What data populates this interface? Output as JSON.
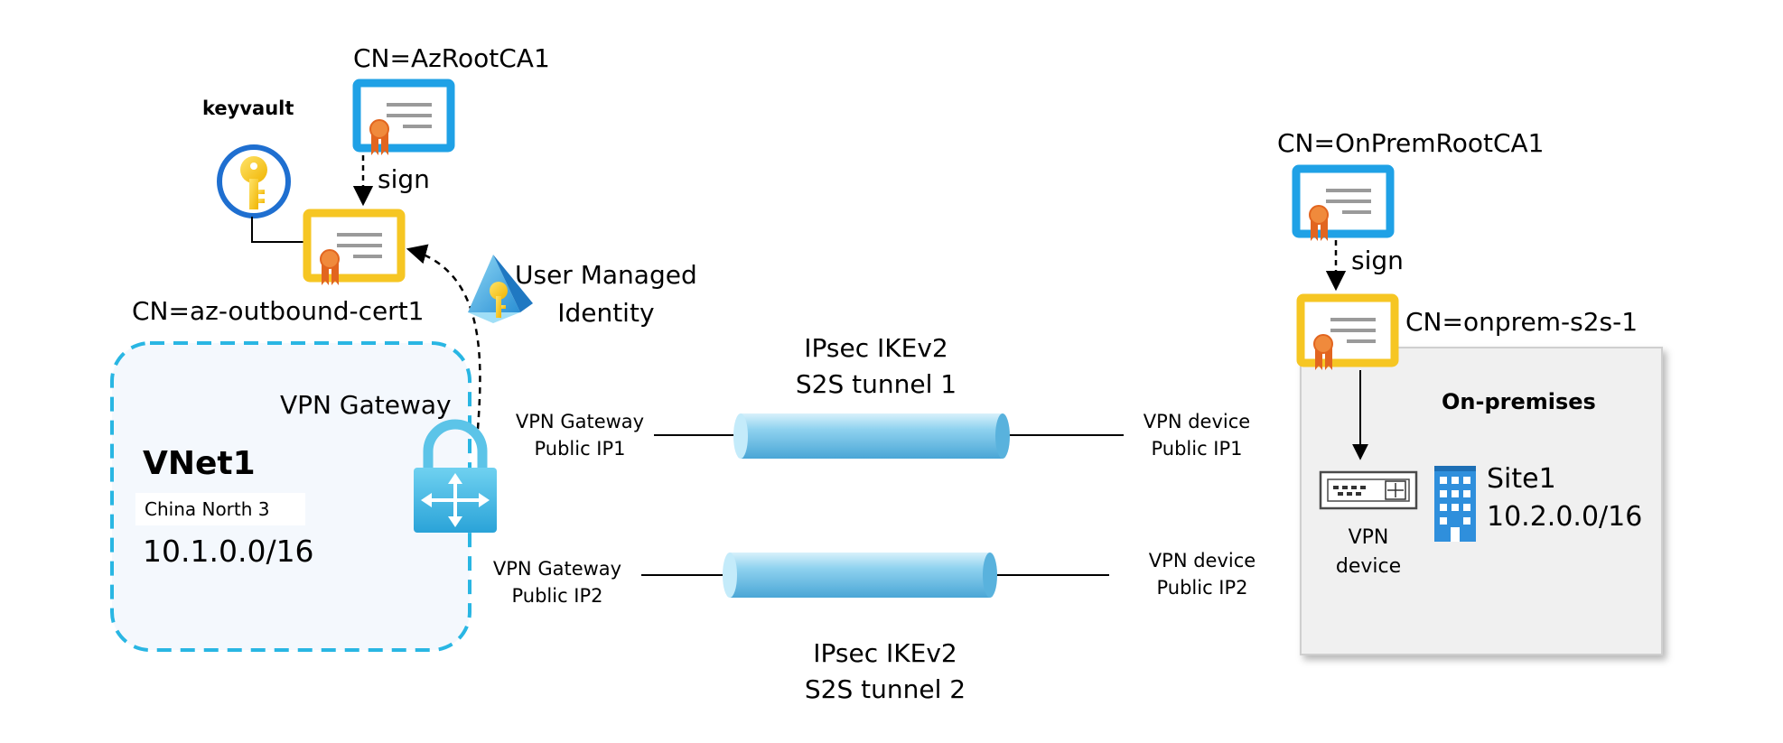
{
  "keyvault": {
    "label": "keyvault"
  },
  "az_root_ca": {
    "label": "CN=AzRootCA1"
  },
  "az_sign": {
    "label": "sign"
  },
  "az_outbound_cert": {
    "label": "CN=az-outbound-cert1"
  },
  "user_managed_identity": {
    "line1": "User Managed",
    "line2": "Identity"
  },
  "vnet": {
    "gateway_label": "VPN Gateway",
    "name": "VNet1",
    "region": "China North 3",
    "address": "10.1.0.0/16"
  },
  "tunnel1": {
    "title_line1": "IPsec IKEv2",
    "title_line2": "S2S tunnel 1",
    "left_line1": "VPN Gateway",
    "left_line2": "Public IP1",
    "right_line1": "VPN device",
    "right_line2": "Public IP1"
  },
  "tunnel2": {
    "title_line1": "IPsec IKEv2",
    "title_line2": "S2S tunnel 2",
    "left_line1": "VPN Gateway",
    "left_line2": "Public IP2",
    "right_line1": "VPN device",
    "right_line2": "Public IP2"
  },
  "onprem_root_ca": {
    "label": "CN=OnPremRootCA1"
  },
  "onprem_sign": {
    "label": "sign"
  },
  "onprem_cert": {
    "label": "CN=onprem-s2s-1"
  },
  "onprem": {
    "title": "On-premises",
    "device_line1": "VPN",
    "device_line2": "device",
    "site_name": "Site1",
    "site_address": "10.2.0.0/16"
  },
  "colors": {
    "vnet_border": "#29b6e3",
    "vnet_fill": "#f4f8fd",
    "root_cert_frame": "#1fa1e6",
    "leaf_cert_frame": "#f6c623",
    "ribbon": "#e2651f",
    "tunnel": "#7fcbeb",
    "onprem_fill": "#f0f0f0",
    "building": "#2f8fdc"
  },
  "icons": [
    "key-icon",
    "certificate-icon",
    "managed-identity-icon",
    "vpn-gateway-lock-icon",
    "vpn-device-icon",
    "building-icon"
  ]
}
